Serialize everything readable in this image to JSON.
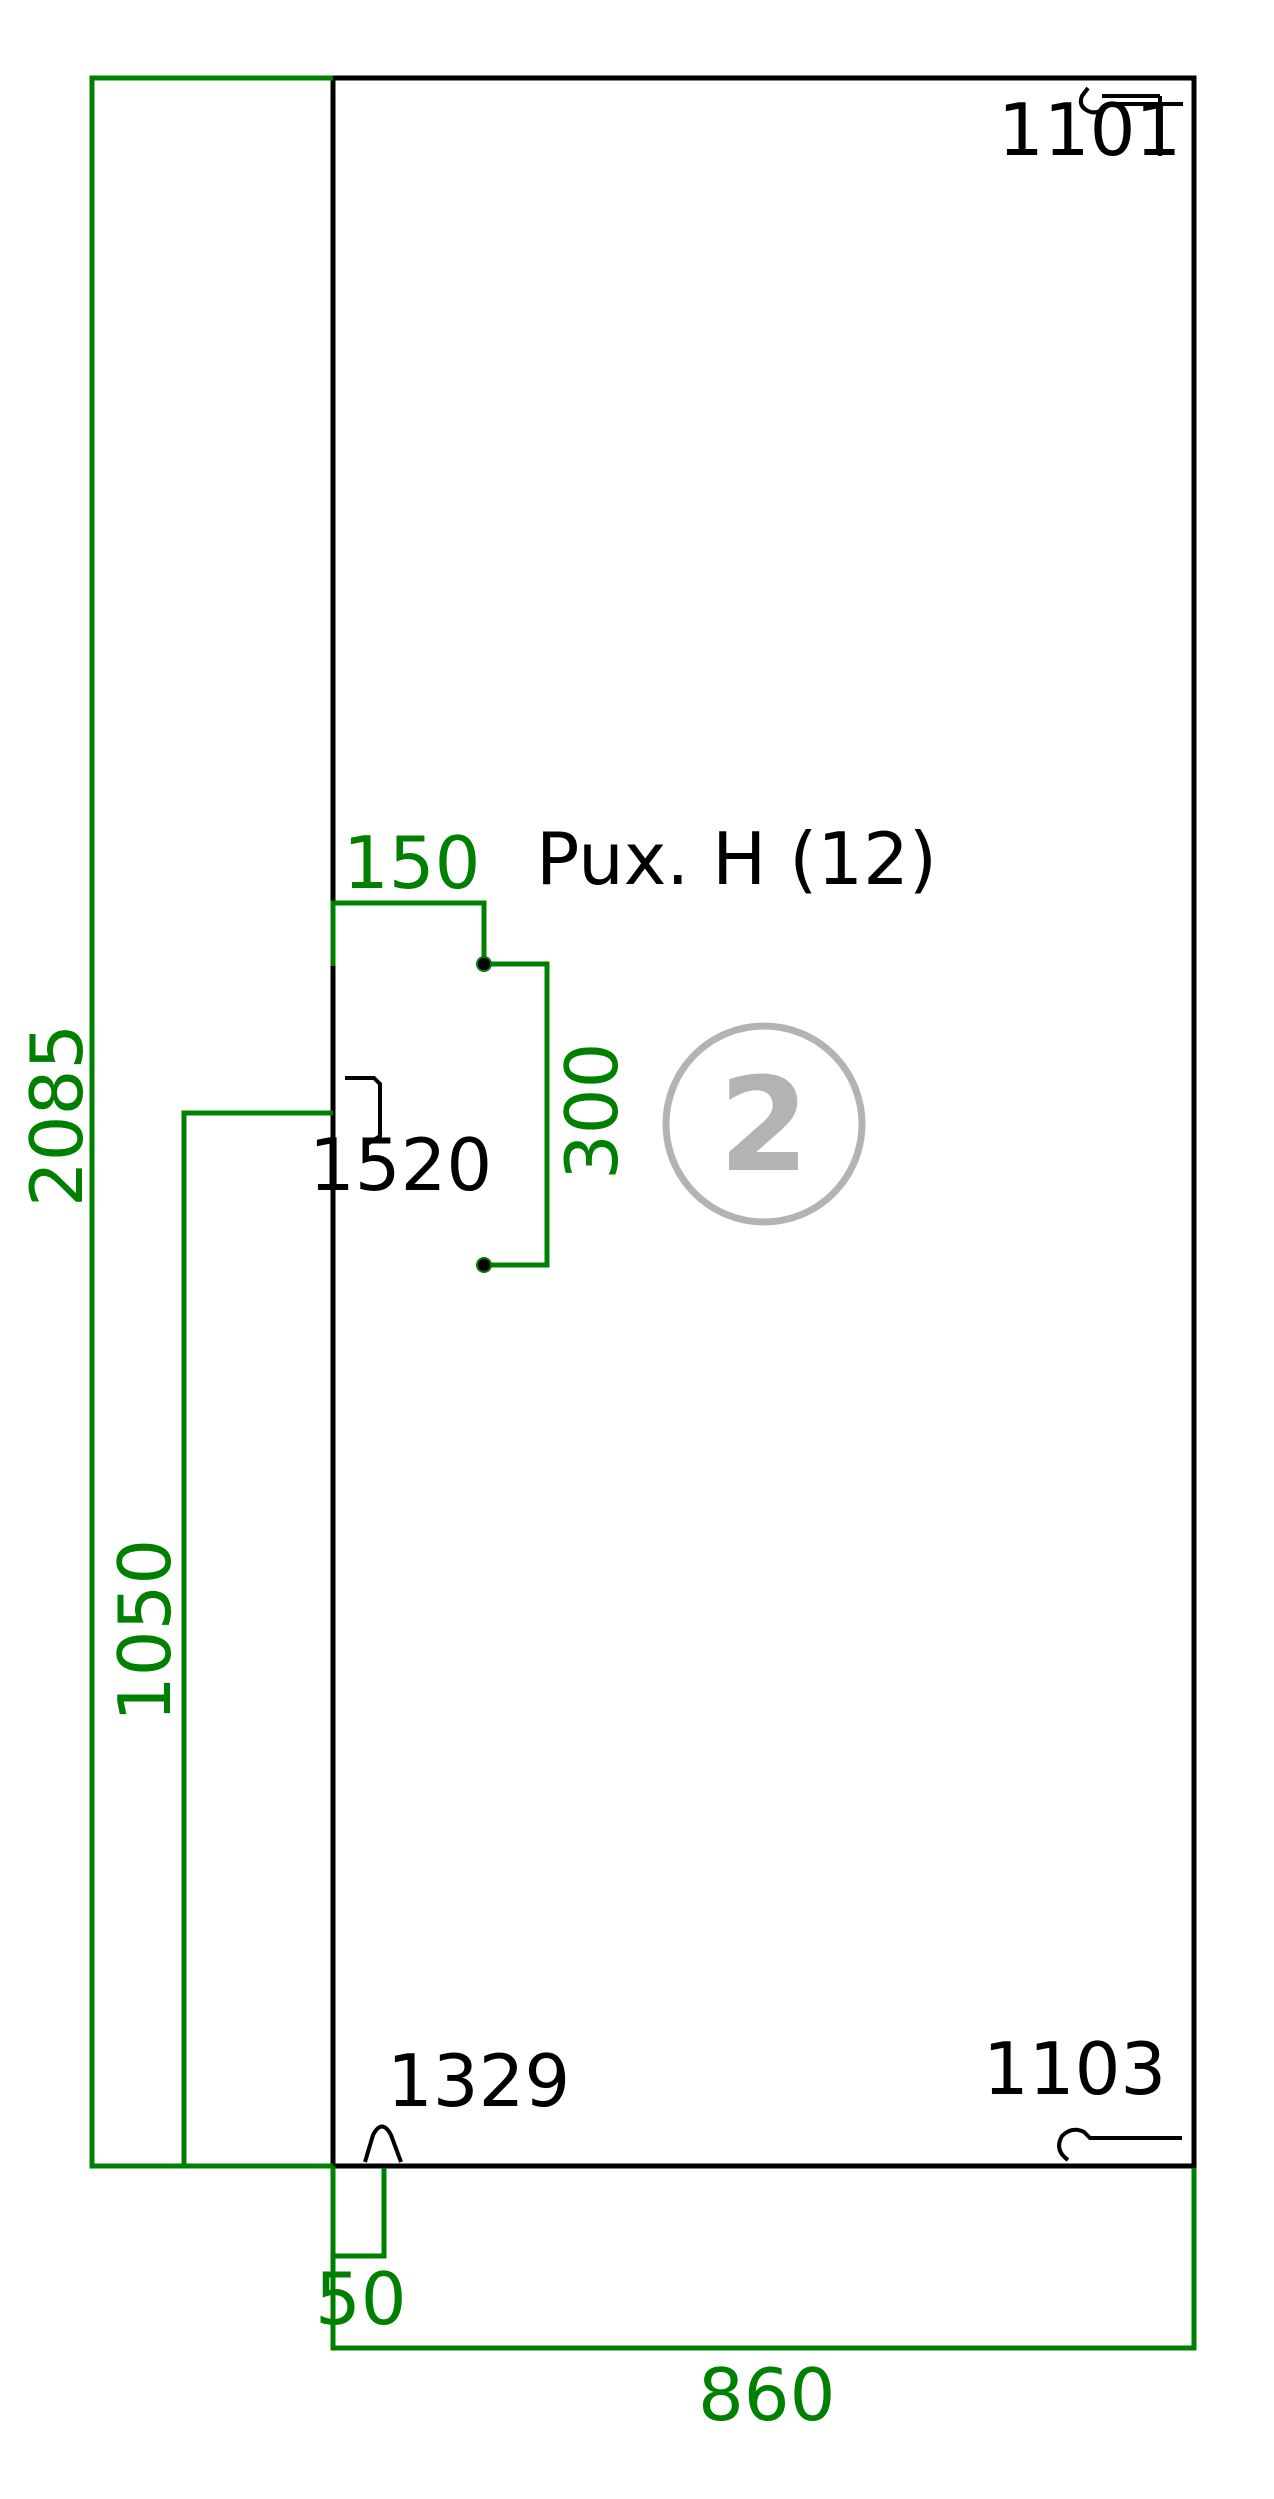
{
  "dimensions": {
    "overall_height": "2085",
    "handle_height": "1050",
    "handle_offset_x": "150",
    "handle_spacing": "300",
    "hinge_offset": "50",
    "overall_width": "860"
  },
  "labels": {
    "handle_title": "Pux. H (12)",
    "part_top_right": "1101",
    "part_left_mid": "1520",
    "part_bottom_left": "1329",
    "part_bottom_right": "1103"
  },
  "badge": {
    "number": "2"
  },
  "colors": {
    "dimension": "#008000",
    "outline": "#000000",
    "badge": "#b3b3b3"
  }
}
